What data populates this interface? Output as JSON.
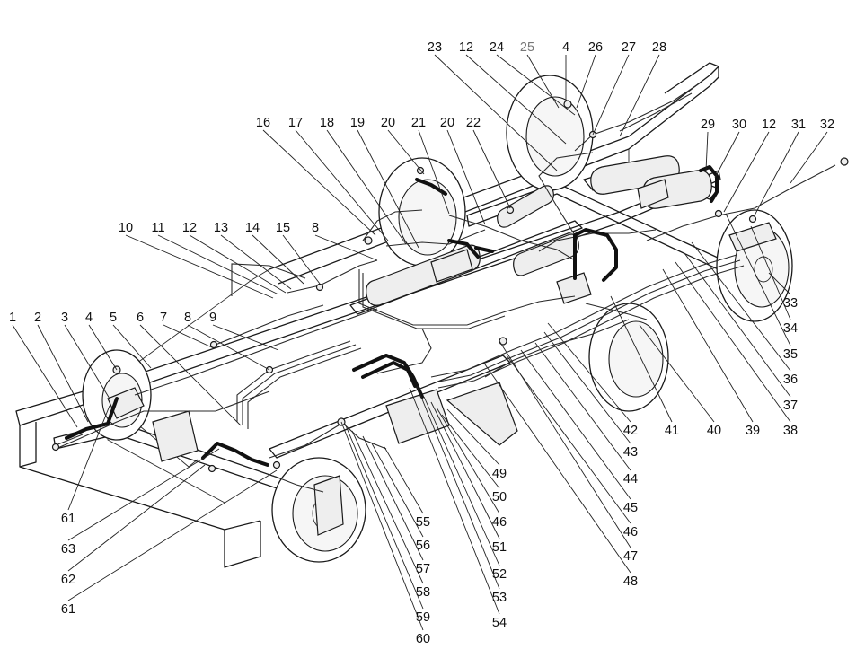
{
  "callouts": {
    "top": [
      {
        "label": "23"
      },
      {
        "label": "12"
      },
      {
        "label": "24"
      },
      {
        "label": "25",
        "muted": true
      },
      {
        "label": "4"
      },
      {
        "label": "26"
      },
      {
        "label": "27"
      },
      {
        "label": "28"
      },
      {
        "label": "16"
      },
      {
        "label": "17"
      },
      {
        "label": "18"
      },
      {
        "label": "19"
      },
      {
        "label": "20"
      },
      {
        "label": "21"
      },
      {
        "label": "20"
      },
      {
        "label": "22"
      },
      {
        "label": "29"
      },
      {
        "label": "30"
      },
      {
        "label": "12"
      },
      {
        "label": "31"
      },
      {
        "label": "32"
      },
      {
        "label": "10"
      },
      {
        "label": "11"
      },
      {
        "label": "12"
      },
      {
        "label": "13"
      },
      {
        "label": "14"
      },
      {
        "label": "15"
      },
      {
        "label": "8"
      },
      {
        "label": "1"
      },
      {
        "label": "2"
      },
      {
        "label": "3"
      },
      {
        "label": "4"
      },
      {
        "label": "5"
      },
      {
        "label": "6"
      },
      {
        "label": "7"
      },
      {
        "label": "8"
      },
      {
        "label": "9"
      }
    ],
    "right": [
      {
        "label": "33"
      },
      {
        "label": "34"
      },
      {
        "label": "35"
      },
      {
        "label": "36"
      },
      {
        "label": "37"
      },
      {
        "label": "38"
      },
      {
        "label": "39"
      },
      {
        "label": "40"
      },
      {
        "label": "41"
      },
      {
        "label": "42"
      },
      {
        "label": "43"
      },
      {
        "label": "44"
      },
      {
        "label": "45"
      },
      {
        "label": "46"
      },
      {
        "label": "47"
      },
      {
        "label": "48"
      }
    ],
    "bottom": [
      {
        "label": "49"
      },
      {
        "label": "50"
      },
      {
        "label": "46"
      },
      {
        "label": "51"
      },
      {
        "label": "52"
      },
      {
        "label": "53"
      },
      {
        "label": "54"
      },
      {
        "label": "55"
      },
      {
        "label": "56"
      },
      {
        "label": "57"
      },
      {
        "label": "58"
      },
      {
        "label": "59"
      },
      {
        "label": "60"
      },
      {
        "label": "61"
      },
      {
        "label": "63"
      },
      {
        "label": "62"
      },
      {
        "label": "61"
      }
    ]
  }
}
